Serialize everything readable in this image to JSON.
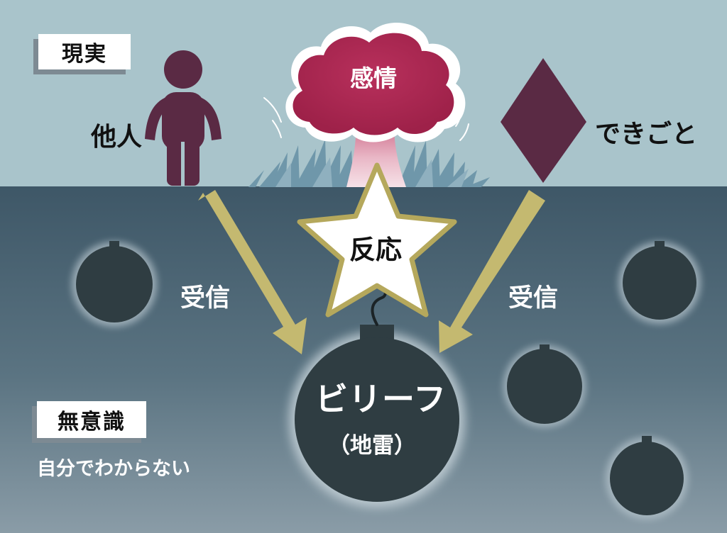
{
  "labels": {
    "reality": "現実",
    "unconscious": "無意識",
    "unconscious_note": "自分でわからない",
    "others": "他人",
    "emotion": "感情",
    "events": "できごと",
    "reaction": "反応",
    "receive_left": "受信",
    "receive_right": "受信",
    "belief": "ビリーフ",
    "belief_note": "（地雷）"
  },
  "colors": {
    "sky": "#a9c4cb",
    "ground_top": "#3f5868",
    "ground_bottom": "#8a9ca7",
    "figure": "#5a2a44",
    "cloud": "#b02a55",
    "arrow": "#c4b970",
    "star_fill": "#ffffff",
    "star_stroke": "#b5a85c",
    "bomb": "#2f3d42",
    "grass": "#6f97aa"
  }
}
